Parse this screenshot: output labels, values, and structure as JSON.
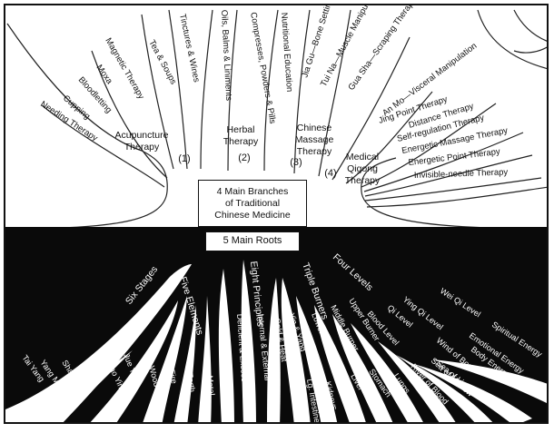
{
  "center": {
    "title_line1": "4 Main Branches",
    "title_line2": "of Traditional",
    "title_line3": "Chinese Medicine",
    "roots_label": "5 Main Roots"
  },
  "branches": [
    {
      "number": "(1)",
      "name_line1": "Acupuncture",
      "name_line2": "Therapy",
      "items": [
        "Needing Therapy",
        "Cupping",
        "Bloodletting",
        "Moxa",
        "Magnetic Therapy"
      ]
    },
    {
      "number": "(2)",
      "name_line1": "Herbal",
      "name_line2": "Therapy",
      "items": [
        "Tea & Soups",
        "Tinctures & Wines",
        "Oils, Balms & Liniments",
        "Compresses, Powders & Pills",
        "Nutritional Education"
      ]
    },
    {
      "number": "(3)",
      "name_line1": "Chinese",
      "name_line2": "Massage",
      "name_line3": "Therapy",
      "items": [
        "Jia Gu—Bone Setting",
        "Tui Na—Muscle Manipulation",
        "Gua Sha—Scraping Therapy",
        "An Mo—Visceral Manipulation"
      ]
    },
    {
      "number": "(4)",
      "name_line1": "Medical",
      "name_line2": "Qigong",
      "name_line3": "Therapy",
      "items": [
        "Jing Point Therapy",
        "Distance Therapy",
        "Self-regulation Therapy",
        "Energetic Massage Therapy",
        "Energetic Point Therapy",
        "Invisible-needle Therapy"
      ]
    }
  ],
  "roots": [
    {
      "name": "Six Stages",
      "items": [
        "Tai Yang",
        "Yang Ming",
        "Shao Yang",
        "Tai Yin",
        "Shao Yin",
        "Jue Yin"
      ]
    },
    {
      "name": "Five Elements",
      "items": [
        "Wood",
        "Fire",
        "Earth",
        "Metal",
        "Water"
      ]
    },
    {
      "name": "Eight Principles",
      "items": [
        "Deficient & Excess",
        "Internal & External",
        "Cold & Heat",
        "Yin & Yang"
      ]
    },
    {
      "name": "Triple Burners",
      "items": [
        "Lower Burner",
        "Middle Burner",
        "Upper Burner",
        "Lg. Intestine",
        "Kidneys",
        "Bladder",
        "Liver",
        "Spleen",
        "Stomach",
        "Heart",
        "Lungs"
      ]
    },
    {
      "name": "Four Levels",
      "items": [
        "Blood Level",
        "Qi Level",
        "Ying Qi Level",
        "Wei Qi Level",
        "River of Blood",
        "Sea of Marrow",
        "Wind of Bone",
        "Sea of Light",
        "Spiritual Energy",
        "Emotional Energy",
        "Body Energy"
      ]
    }
  ]
}
